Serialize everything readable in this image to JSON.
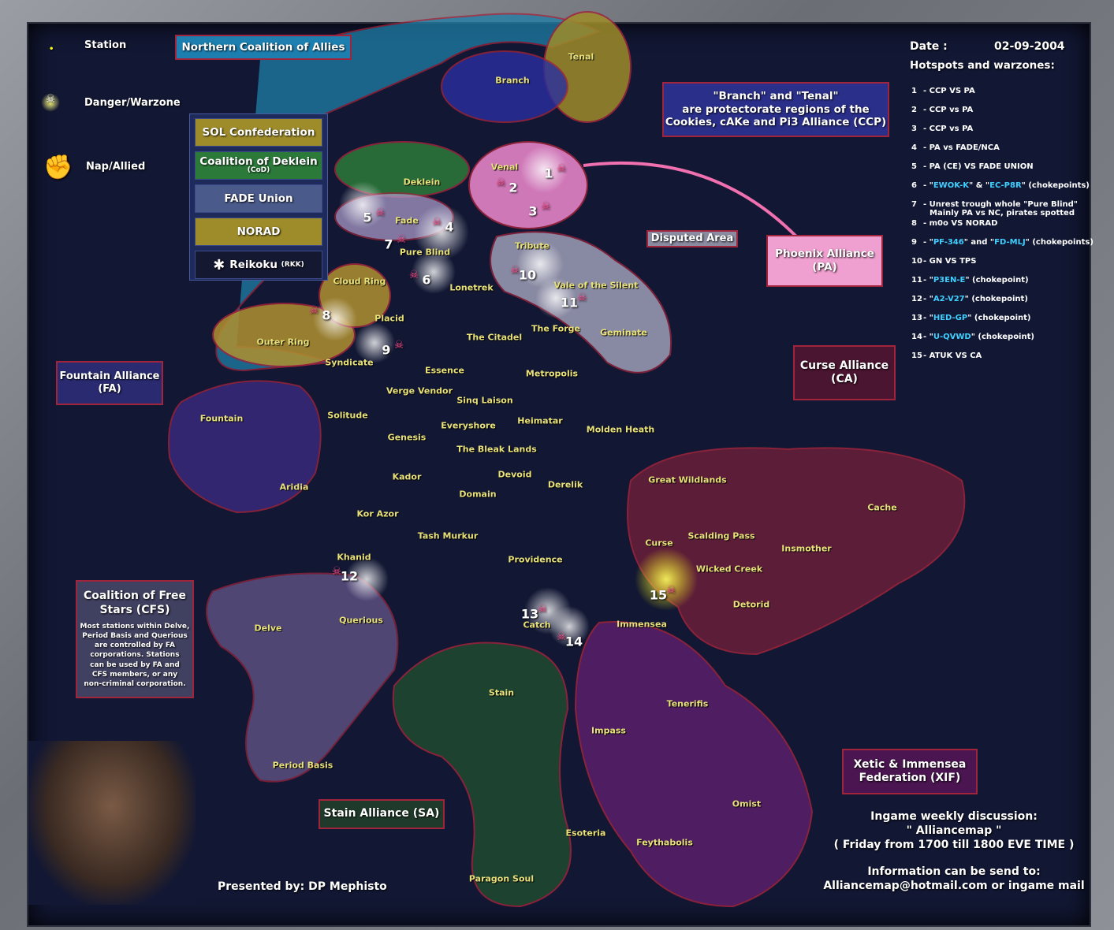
{
  "legend": {
    "station": "Station",
    "danger": "Danger/Warzone",
    "nap": "Nap/Allied"
  },
  "northern_coalition": "Northern Coalition of Allies",
  "alliance_legend": [
    "SOL Confederation",
    "Coalition of Deklein",
    "(CoD)",
    "FADE Union",
    "NORAD",
    "Reikoku",
    "(RKK)"
  ],
  "ccp_note": [
    "\"Branch\"  and \"Tenal\"",
    "are protectorate regions of the",
    "Cookies, cAKe and Pi3 Alliance (CCP)"
  ],
  "date_label": "Date :",
  "date": "02-09-2004",
  "hotspots_title": "Hotspots and warzones:",
  "hotspots": [
    {
      "n": "1",
      "pre": "- CCP VS PA"
    },
    {
      "n": "2",
      "pre": "- CCP vs PA"
    },
    {
      "n": "3",
      "pre": "- CCP vs PA"
    },
    {
      "n": "4",
      "pre": "- PA vs FADE/NCA"
    },
    {
      "n": "5",
      "pre": "- PA (CE) VS FADE UNION"
    },
    {
      "n": "6",
      "pre": "- \"",
      "c1": "EWOK-K",
      "mid": "\" & \"",
      "c2": "EC-P8R",
      "post": "\" (chokepoints)"
    },
    {
      "n": "7",
      "pre": "- Unrest trough whole \"Pure Blind\"",
      "line2": "Mainly PA vs NC, pirates spotted"
    },
    {
      "n": "8",
      "pre": "- m0o VS NORAD"
    },
    {
      "n": "9",
      "pre": "- \"",
      "c1": "PF-346",
      "mid": "\" and \"",
      "c2": "FD-MLJ",
      "post": "\" (chokepoints)"
    },
    {
      "n": "10",
      "pre": "- GN VS TPS"
    },
    {
      "n": "11",
      "pre": "- \"",
      "c1": "P3EN-E",
      "post": "\" (chokepoint)"
    },
    {
      "n": "12",
      "pre": "- \"",
      "c1": "A2-V27",
      "post": "\" (chokepoint)"
    },
    {
      "n": "13",
      "pre": "- \"",
      "c1": "HED-GP",
      "post": "\" (chokepoint)"
    },
    {
      "n": "14",
      "pre": "- \"",
      "c1": "U-QVWD",
      "post": "\" (chokepoint)"
    },
    {
      "n": "15",
      "pre": "- ATUK VS CA"
    }
  ],
  "disputed": "Disputed Area",
  "alliances": {
    "pa": [
      "Phoenix Alliance",
      "(PA)"
    ],
    "ca": [
      "Curse Alliance",
      "(CA)"
    ],
    "fa": [
      "Fountain Alliance",
      "(FA)"
    ],
    "cfs": [
      "Coalition of Free",
      "Stars (CFS)"
    ],
    "xif": [
      "Xetic & Immensea",
      "Federation (XIF)"
    ],
    "sa": "Stain Alliance (SA)"
  },
  "cfs_note": [
    "Most stations within Delve,",
    "Period Basis and Querious",
    "are controlled by FA",
    "corporations. Stations",
    "can be used by FA and",
    "CFS members, or any",
    "non-criminal corporation."
  ],
  "footer": {
    "discussion": [
      "Ingame weekly discussion:",
      "\" Alliancemap \"",
      "( Friday from 1700 till 1800 EVE TIME )"
    ],
    "info": [
      "Information can be send to:",
      "Alliancemap@hotmail.com or ingame mail"
    ],
    "presented": "Presented by: DP Mephisto"
  },
  "regions": [
    "Tenal",
    "Branch",
    "Venal",
    "Deklein",
    "Fade",
    "Pure Blind",
    "Tribute",
    "Cloud Ring",
    "Lonetrek",
    "Vale of the Silent",
    "Placid",
    "Outer Ring",
    "The Citadel",
    "The Forge",
    "Geminate",
    "Syndicate",
    "Essence",
    "Metropolis",
    "Verge Vendor",
    "Sinq Laison",
    "Fountain",
    "Solitude",
    "Heimatar",
    "Everyshore",
    "Molden Heath",
    "Genesis",
    "The Bleak Lands",
    "Devoid",
    "Kador",
    "Great Wildlands",
    "Aridia",
    "Derelik",
    "Domain",
    "Cache",
    "Kor Azor",
    "Tash Murkur",
    "Scalding Pass",
    "Curse",
    "Insmother",
    "Khanid",
    "Providence",
    "Wicked Creek",
    "Detorid",
    "Querious",
    "Delve",
    "Catch",
    "Immensea",
    "Stain",
    "Tenerifis",
    "Impass",
    "Period Basis",
    "Omist",
    "Esoteria",
    "Feythabolis",
    "Paragon Soul"
  ],
  "hotspot_markers": [
    "1",
    "2",
    "3",
    "4",
    "5",
    "6",
    "7",
    "8",
    "9",
    "10",
    "11",
    "12",
    "13",
    "14",
    "15"
  ],
  "colors": {
    "space": "#121733",
    "border": "#a0243c",
    "label": "#e9e27a",
    "chokepoint": "#3fd0ff"
  }
}
